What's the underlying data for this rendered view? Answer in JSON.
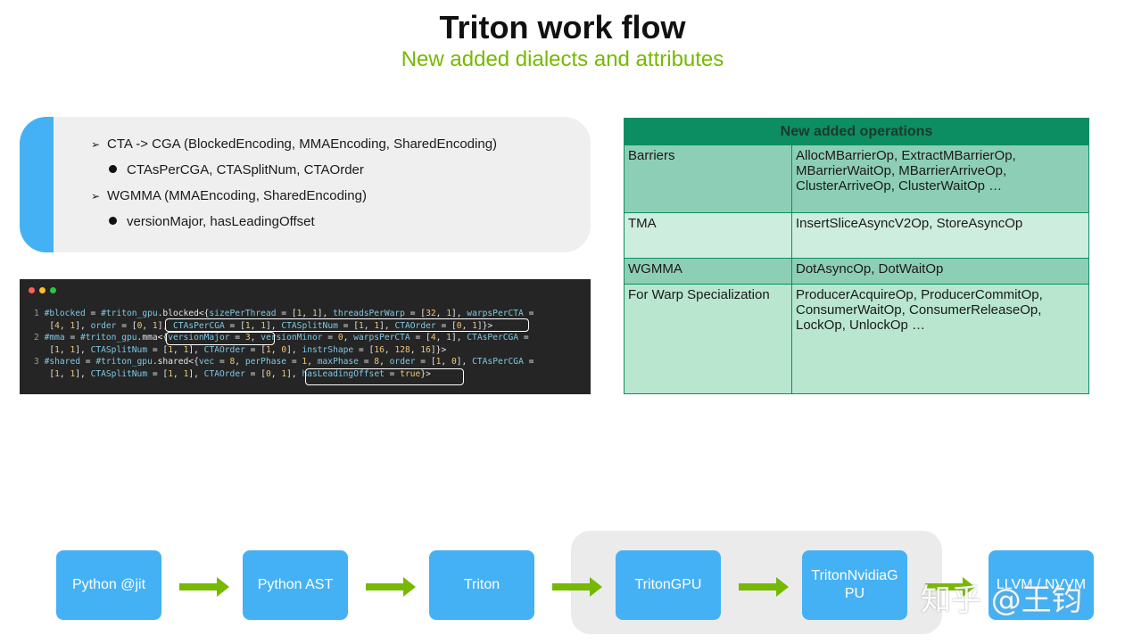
{
  "title": "Triton work flow",
  "subtitle": "New added dialects and attributes",
  "info": {
    "line1": "CTA -> CGA (BlockedEncoding, MMAEncoding, SharedEncoding)",
    "line2": "CTAsPerCGA, CTASplitNum, CTAOrder",
    "line3": "WGMMA (MMAEncoding, SharedEncoding)",
    "line4": "versionMajor, hasLeadingOffset",
    "arrow_marker": "➢"
  },
  "code": {
    "window_dots": [
      "#ff5f57",
      "#febc2e",
      "#28c840"
    ]
  },
  "table": {
    "header": "New added operations",
    "rows": [
      {
        "name": "Barriers",
        "ops": "AllocMBarrierOp, ExtractMBarrierOp, MBarrierWaitOp, MBarrierArriveOp, ClusterArriveOp, ClusterWaitOp …"
      },
      {
        "name": "TMA",
        "ops": "InsertSliceAsyncV2Op, StoreAsyncOp"
      },
      {
        "name": "WGMMA",
        "ops": "DotAsyncOp, DotWaitOp"
      },
      {
        "name": "For Warp Specialization",
        "ops": "ProducerAcquireOp, ProducerCommitOp, ConsumerWaitOp, ConsumerReleaseOp, LockOp, UnlockOp …"
      }
    ]
  },
  "flow": {
    "nodes": [
      "Python @jit",
      "Python AST",
      "Triton",
      "TritonGPU",
      "TritonNvidiaGPU",
      "LLVM / NVVM"
    ]
  },
  "watermark": "知乎 @王钧",
  "colors": {
    "accent": "#45b1f5",
    "brand_green": "#76b900",
    "arrow_green": "#76b900"
  }
}
